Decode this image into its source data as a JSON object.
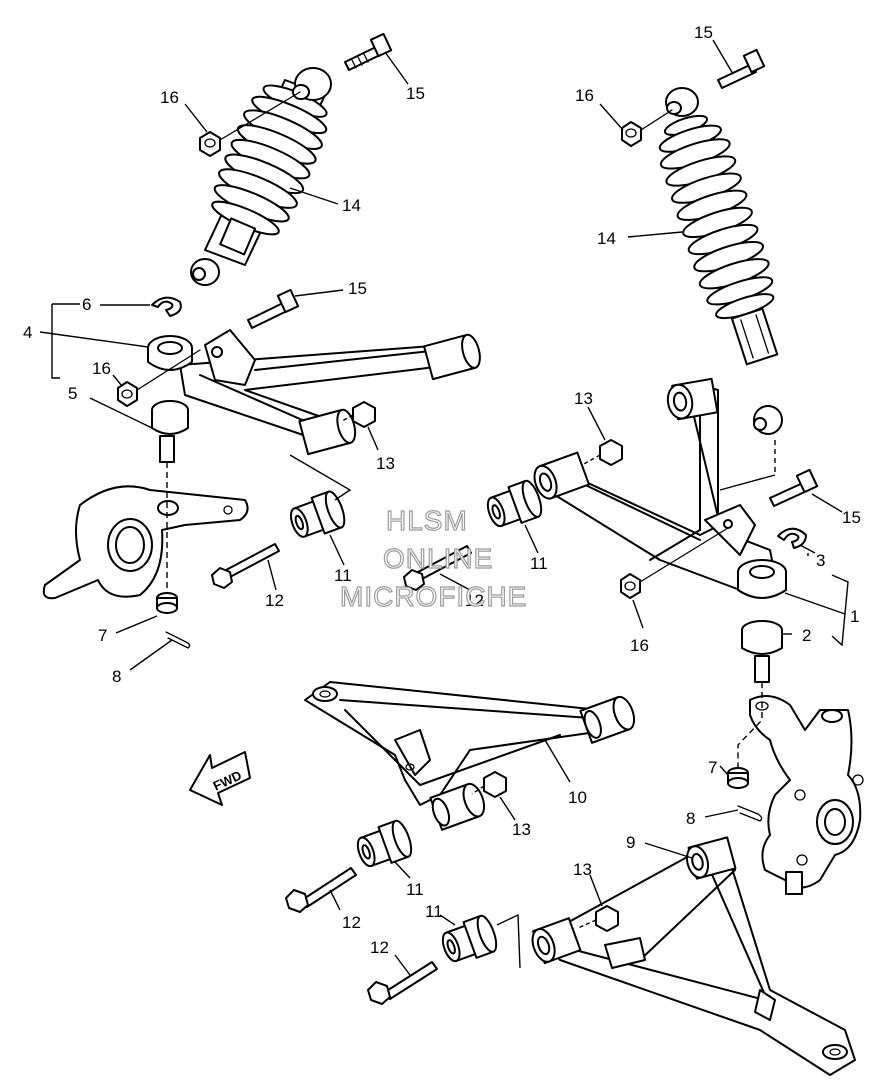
{
  "diagram": {
    "callouts": {
      "left_assembly": [
        "16",
        "15",
        "14",
        "6",
        "15",
        "4",
        "16",
        "5",
        "13",
        "11",
        "12",
        "7",
        "8"
      ],
      "right_assembly": [
        "15",
        "16",
        "14",
        "13",
        "15",
        "11",
        "12",
        "3",
        "1",
        "16",
        "2",
        "7",
        "8",
        "9"
      ],
      "lower_assembly": [
        "10",
        "13",
        "11",
        "12",
        "13",
        "11",
        "12"
      ]
    },
    "watermark": {
      "line1": "HLSM",
      "line2": "ONLINE",
      "line3": "MICROFICHE"
    },
    "direction_arrow": {
      "label": "FWD",
      "icon": "fwd-arrow-icon"
    }
  }
}
